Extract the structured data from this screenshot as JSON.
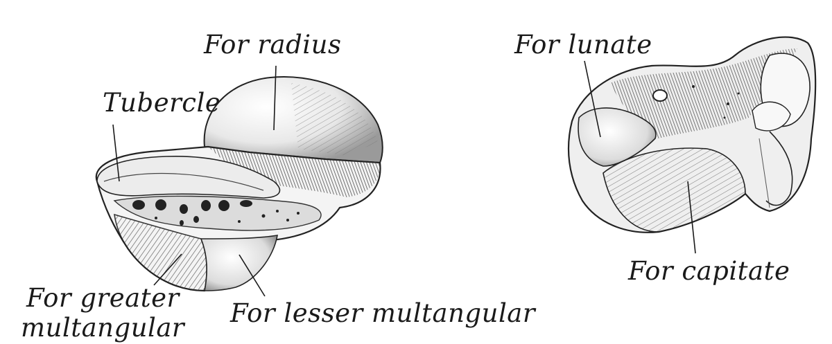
{
  "figure": {
    "left_bone": {
      "labels": {
        "for_radius": "For radius",
        "tubercle": "Tubercle",
        "for_greater_multangular_line1": "For greater",
        "for_greater_multangular_line2": "multangular",
        "for_lesser_multangular": "For lesser multangular"
      }
    },
    "right_bone": {
      "labels": {
        "for_lunate": "For lunate",
        "for_capitate": "For capitate"
      }
    }
  }
}
